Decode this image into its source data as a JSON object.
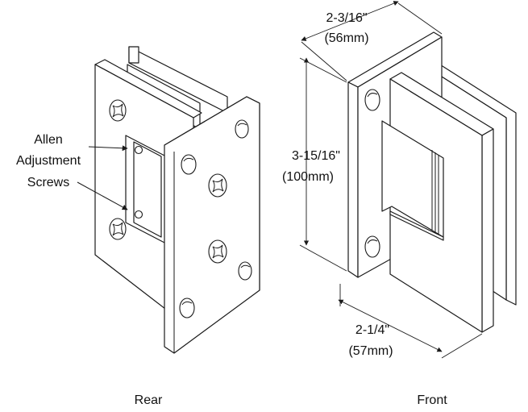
{
  "labels": {
    "allen_line1": "Allen",
    "allen_line2": "Adjustment",
    "allen_line3": "Screws",
    "rear": "Rear",
    "front": "Front"
  },
  "dimensions": {
    "width_in": "2-3/16\"",
    "width_mm": "(56mm)",
    "height_in": "3-15/16\"",
    "height_mm": "(100mm)",
    "depth_in": "2-1/4\"",
    "depth_mm": "(57mm)"
  }
}
